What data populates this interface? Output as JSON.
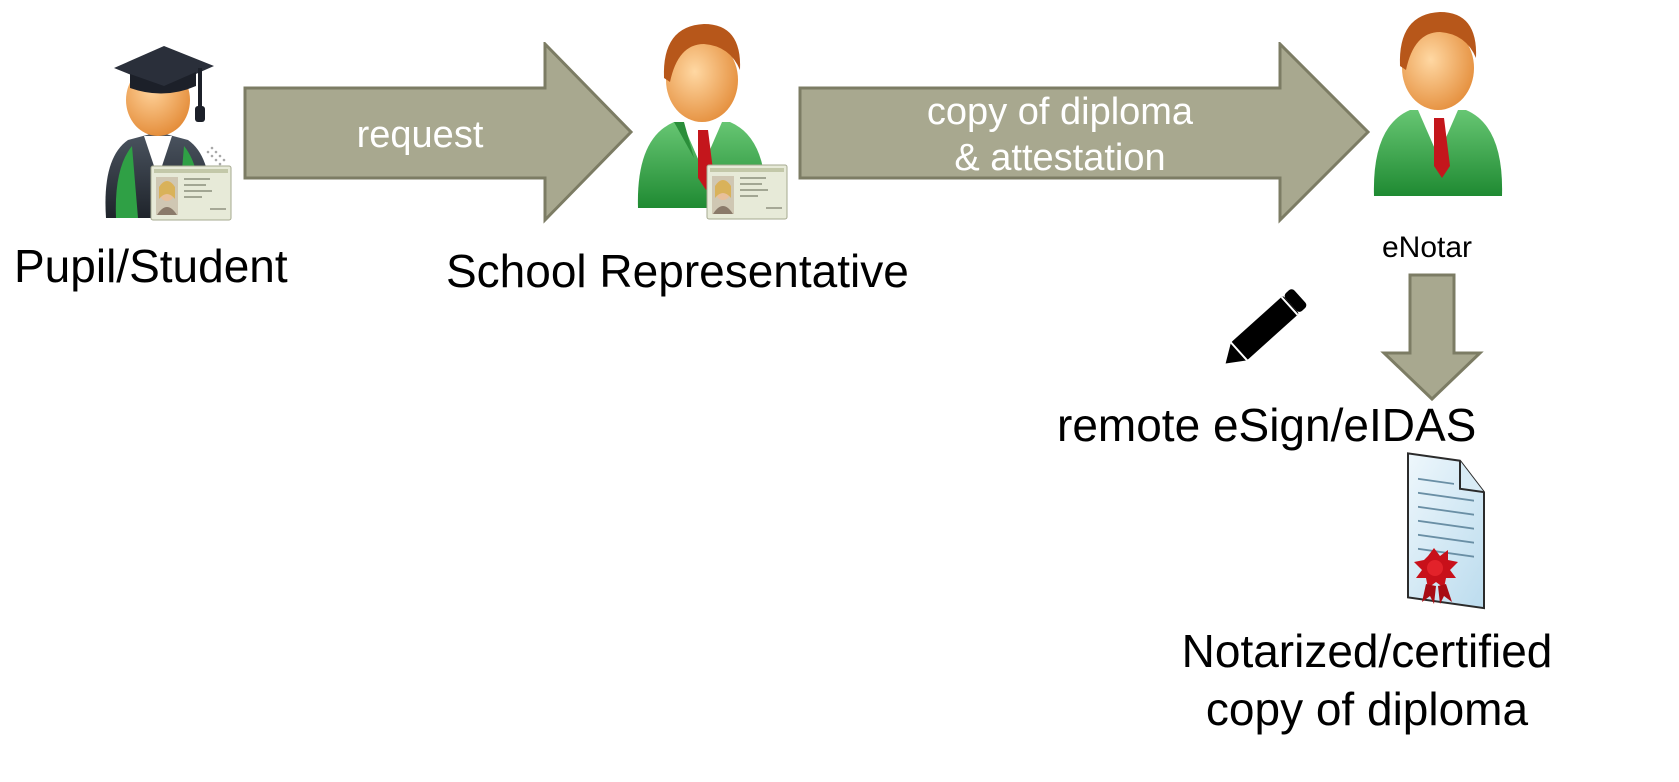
{
  "actors": {
    "pupil": {
      "label": "Pupil/Student"
    },
    "school": {
      "label": "School Representative"
    },
    "enotar": {
      "label": "eNotar"
    }
  },
  "arrows": {
    "request": {
      "label": "request"
    },
    "copy": {
      "line1": "copy of diploma",
      "line2": "& attestation"
    }
  },
  "signing": {
    "label": "remote eSign/eIDAS"
  },
  "result": {
    "line1": "Notarized/certified",
    "line2": "copy of diploma"
  },
  "colors": {
    "arrow_fill": "#a8a88f",
    "arrow_stroke": "#7c7c64",
    "suit_green": "#3aa64a",
    "skin": "#f2a55a",
    "hair": "#b7571a",
    "tie": "#c4161c",
    "cap": "#2a2f3a",
    "seal": "#c8101a",
    "doc": "#d9ecf6"
  },
  "icons": [
    "graduate-icon",
    "id-card-icon",
    "person-icon",
    "pencil-icon",
    "certificate-icon"
  ]
}
